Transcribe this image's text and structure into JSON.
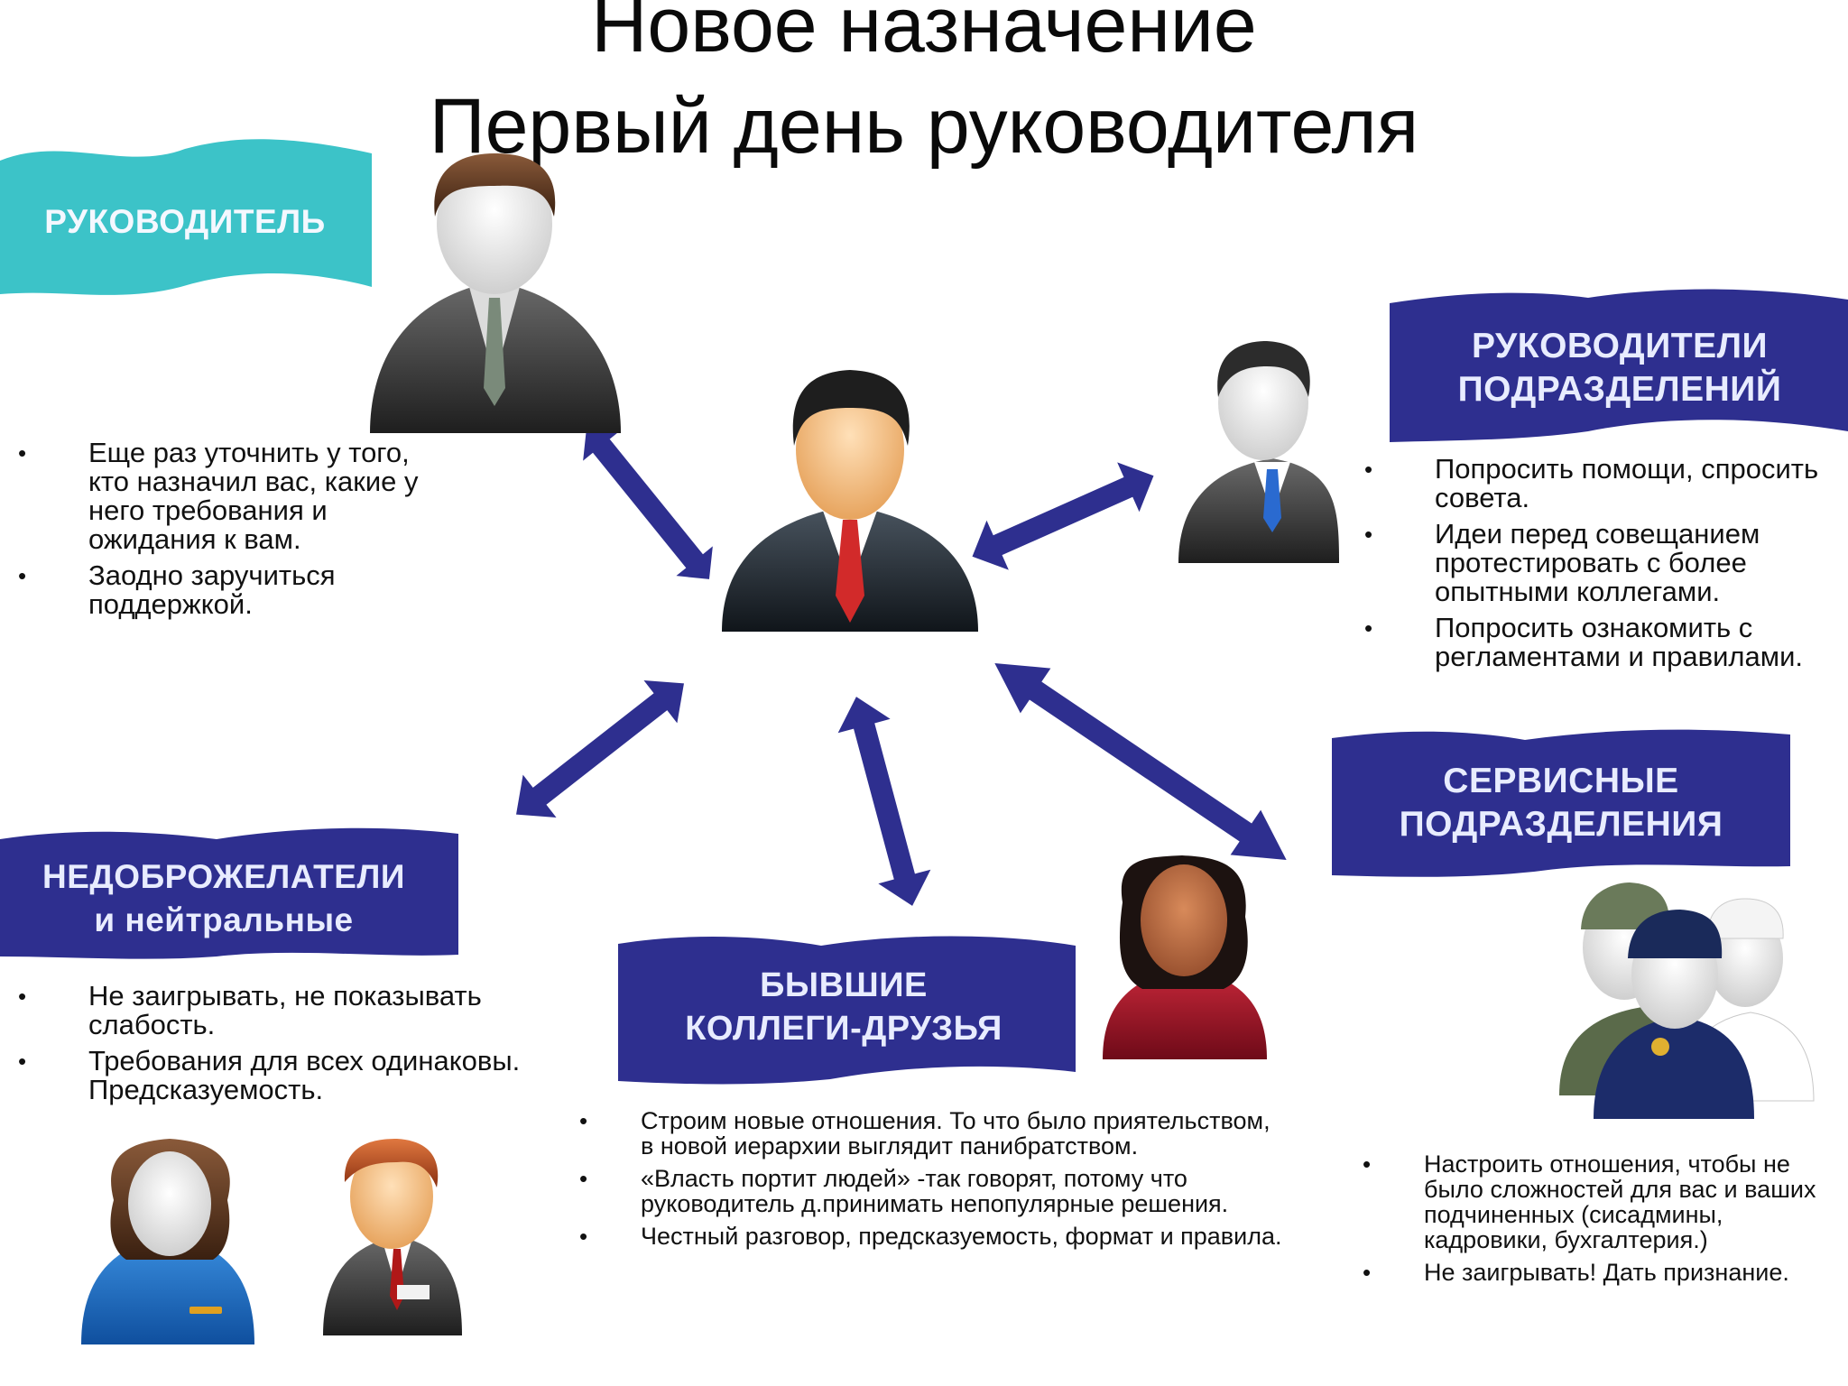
{
  "title": {
    "line1": "Новое назначение",
    "line2": "Первый день руководителя"
  },
  "groups": {
    "boss": {
      "label": "РУКОВОДИТЕЛЬ",
      "color": "#3cc3c8",
      "bullets": [
        "Еще раз уточнить у того, кто назначил вас, какие у него требования и ожидания к вам.",
        "Заодно заручиться поддержкой."
      ]
    },
    "dept_heads": {
      "label_line1": "РУКОВОДИТЕЛИ",
      "label_line2": "ПОДРАЗДЕЛЕНИЙ",
      "color": "#2e2f8f",
      "bullets": [
        "Попросить помощи, спросить совета.",
        "Идеи перед совещанием протестировать с более опытными коллегами.",
        "Попросить ознакомить с регламентами и правилами."
      ]
    },
    "service": {
      "label_line1": "СЕРВИСНЫЕ",
      "label_line2": "ПОДРАЗДЕЛЕНИЯ",
      "color": "#2e2f8f",
      "bullets": [
        "Настроить отношения, чтобы не было сложностей для вас и ваших подчиненных (сисадмины, кадровики, бухгалтерия.)",
        "Не заигрывать! Дать признание."
      ]
    },
    "ill_wishers": {
      "label_line1": "НЕДОБРОЖЕЛАТЕЛИ",
      "label_line2": "и нейтральные",
      "color": "#2e2f8f",
      "bullets": [
        "Не заигрывать, не показывать слабость.",
        "Требования для всех одинаковы. Предсказуемость."
      ]
    },
    "former_colleagues": {
      "label_line1": "БЫВШИЕ",
      "label_line2": "КОЛЛЕГИ-ДРУЗЬЯ",
      "color": "#2e2f8f",
      "bullets": [
        "Строим новые отношения. То что было приятельством, в новой иерархии выглядит панибратством.",
        "«Власть портит людей» -так говорят, потому что руководитель д.принимать непопулярные решения.",
        "Честный разговор, предсказуемость, формат и правила."
      ]
    }
  },
  "bullet_symbol": "•",
  "colors": {
    "arrow": "#2e2f8f",
    "banner_text": "#e8ecff"
  }
}
